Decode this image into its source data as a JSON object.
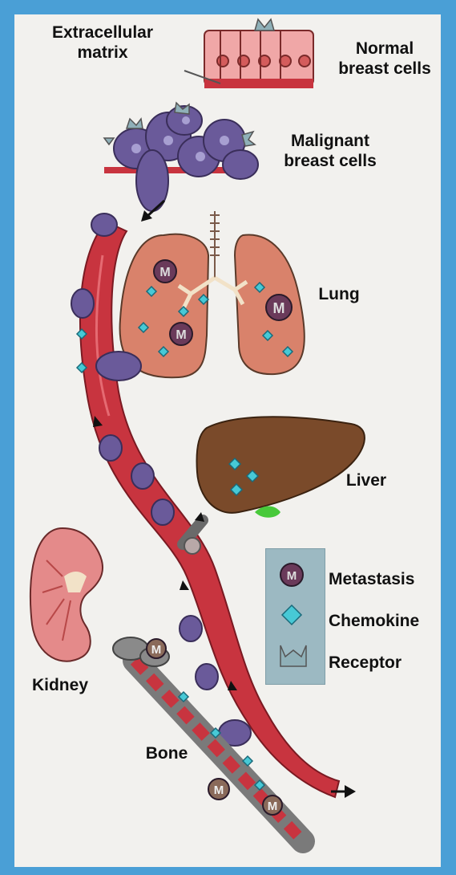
{
  "labels": {
    "extracellular_matrix": "Extracellular\nmatrix",
    "normal_breast_cells": "Normal\nbreast cells",
    "malignant_breast_cells": "Malignant\nbreast cells",
    "lung": "Lung",
    "liver": "Liver",
    "kidney": "Kidney",
    "bone": "Bone"
  },
  "legend": {
    "items": [
      {
        "label": "Metastasis",
        "icon": "metastasis-icon"
      },
      {
        "label": "Chemokine",
        "icon": "chemokine-icon"
      },
      {
        "label": "Receptor",
        "icon": "receptor-icon"
      }
    ]
  },
  "colors": {
    "frame": "#4a9fd6",
    "background": "#f2f1ee",
    "vessel": "#c8343f",
    "lung": "#d9826b",
    "liver": "#7a4a2a",
    "kidney": "#e48a8a",
    "malignant_cell": "#6a5a9a",
    "chemokine": "#47c9d6",
    "legend_box": "#9cb9c2"
  }
}
